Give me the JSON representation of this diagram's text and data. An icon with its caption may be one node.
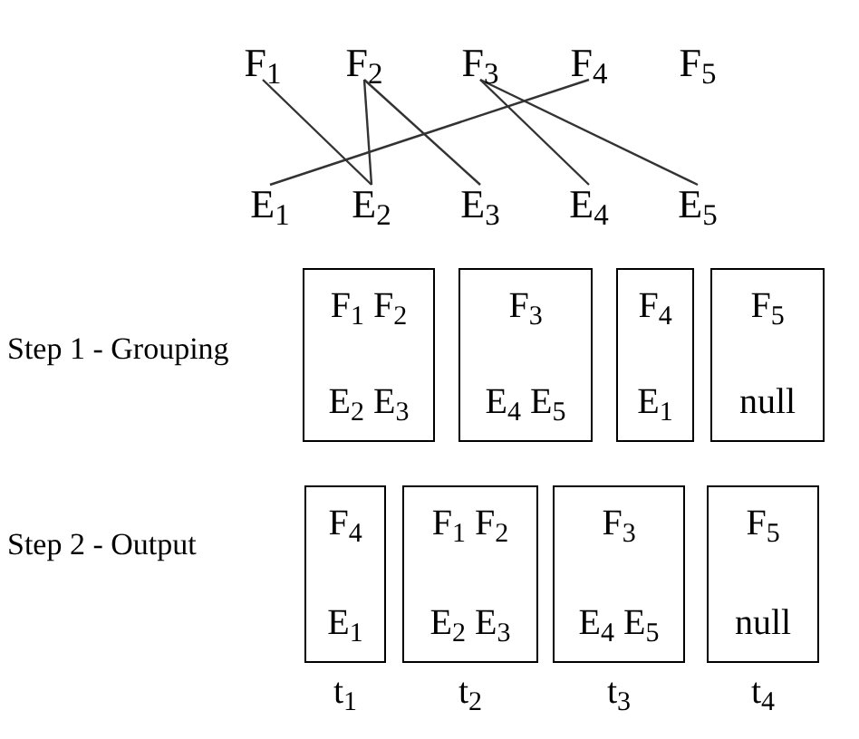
{
  "diagram": {
    "nodes": [
      {
        "text": [
          "F$_{1}$"
        ]
      },
      {
        "text": [
          "F$_{2}$"
        ]
      },
      {
        "text": [
          "F$_{3}$"
        ]
      },
      {
        "text": [
          "F$_{4}$"
        ]
      },
      {
        "text": [
          "F$_{5}$"
        ]
      },
      {
        "text": [
          "E$_{1}$"
        ]
      },
      {
        "text": [
          "E$_{2}$"
        ]
      },
      {
        "text": [
          "E$_{3}$"
        ]
      },
      {
        "text": [
          "E$_{4}$"
        ]
      },
      {
        "text": [
          "E$_{5}$"
        ]
      },
      {
        "text": [
          "F$_{1}$ F$_{2}$",
          "E$_{2}$ E$_{3}$"
        ]
      },
      {
        "text": [
          "F$_{3}$",
          "E$_{4}$ E$_{5}$"
        ]
      },
      {
        "text": [
          "F$_{4}$",
          "E$_{1}$"
        ]
      },
      {
        "text": [
          "F$_{5}$",
          "null"
        ]
      },
      {
        "text": [
          "F$_{4}$",
          "E$_{1}$"
        ],
        "beside": [
          "t$_{1}$"
        ]
      },
      {
        "text": [
          "F$_{1}$ F$_{2}$",
          "E$_{2}$ E$_{3}$"
        ],
        "beside": [
          "t$_{2}$"
        ]
      },
      {
        "text": [
          "F$_{3}$",
          "E$_{4}$ E$_{5}$"
        ],
        "beside": [
          "t$_{3}$"
        ]
      },
      {
        "text": [
          "F$_{5}$",
          "null"
        ],
        "beside": [
          "t$_{4}$"
        ]
      }
    ],
    "edges": [
      {
        "from": 0,
        "to": 6,
        "arrow": "none"
      },
      {
        "from": 1,
        "to": 6,
        "arrow": "none"
      },
      {
        "from": 1,
        "to": 7,
        "arrow": "none"
      },
      {
        "from": 2,
        "to": 8,
        "arrow": "none"
      },
      {
        "from": 2,
        "to": 9,
        "arrow": "none"
      },
      {
        "from": 3,
        "to": 5,
        "arrow": "none"
      }
    ],
    "labels": [
      "Step 1 - Grouping",
      "Step 2 - Output"
    ]
  }
}
